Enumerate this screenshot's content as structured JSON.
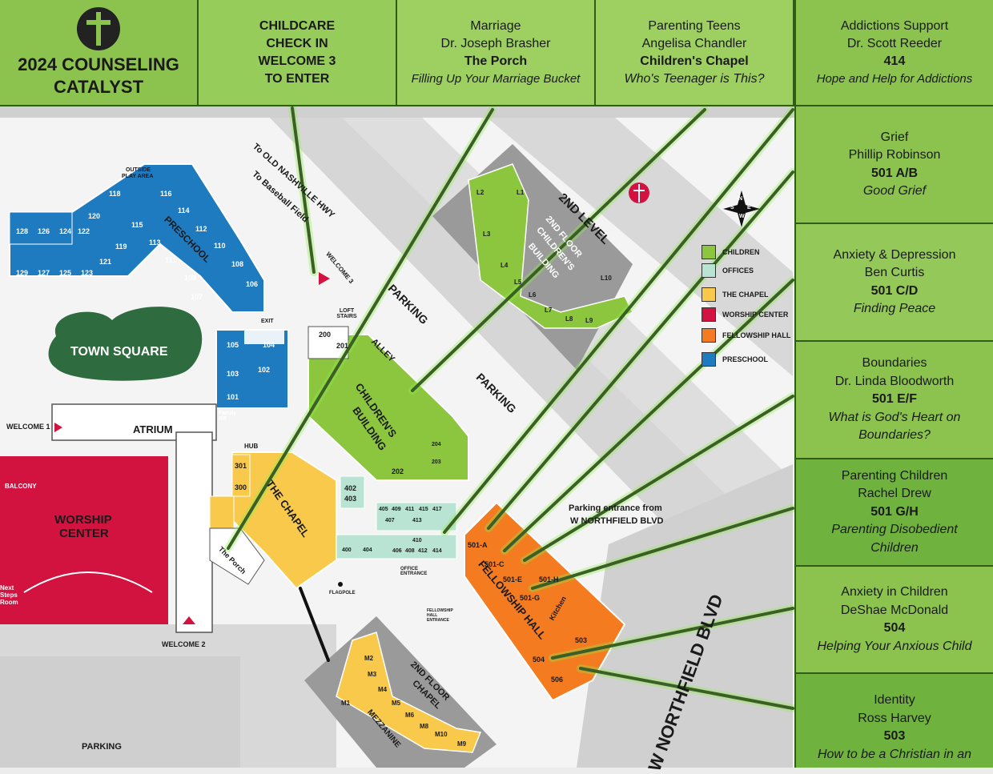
{
  "header": {
    "logo_title_line1": "2024 COUNSELING",
    "logo_title_line2": "CATALYST",
    "childcare": [
      "CHILDCARE",
      "CHECK IN",
      "WELCOME 3",
      "TO ENTER"
    ],
    "marriage": {
      "topic": "Marriage",
      "speaker": "Dr. Joseph Brasher",
      "room": "The Porch",
      "title": "Filling Up Your Marriage Bucket"
    },
    "teens": {
      "topic": "Parenting Teens",
      "speaker": "Angelisa Chandler",
      "room": "Children's Chapel",
      "title": "Who's Teenager is This?"
    },
    "addictions": {
      "topic": "Addictions Support",
      "speaker": "Dr. Scott Reeder",
      "room": "414",
      "title": "Hope and Help for Addictions"
    }
  },
  "sessions": [
    {
      "topic": "Grief",
      "speaker": "Phillip Robinson",
      "room": "501 A/B",
      "title": "Good Grief"
    },
    {
      "topic": "Anxiety & Depression",
      "speaker": "Ben Curtis",
      "room": "501 C/D",
      "title": "Finding Peace"
    },
    {
      "topic": "Boundaries",
      "speaker": "Dr. Linda Bloodworth",
      "room": "501 E/F",
      "title": "What is God's Heart on Boundaries?"
    },
    {
      "topic": "Parenting Children",
      "speaker": "Rachel Drew",
      "room": "501 G/H",
      "title": "Parenting Disobedient Children"
    },
    {
      "topic": "Anxiety in Children",
      "speaker": "DeShae McDonald",
      "room": "504",
      "title": "Helping Your Anxious Child"
    },
    {
      "topic": "Identity",
      "speaker": "Ross Harvey",
      "room": "503",
      "title": "How to be a Christian in an"
    }
  ],
  "map": {
    "town_square": "TOWN SQUARE",
    "atrium": "ATRIUM",
    "worship_center": [
      "WORSHIP",
      "CENTER"
    ],
    "balcony": "BALCONY",
    "preschool": "PRESCHOOL",
    "outside_play": [
      "OUTSIDE",
      "PLAY AREA"
    ],
    "childrens_building": [
      "CHILDREN'S",
      "BUILDING"
    ],
    "the_chapel": "THE CHAPEL",
    "the_porch": "The Porch",
    "fellowship_hall": "FELLOWSHIP HALL",
    "second_level": "2ND LEVEL",
    "second_floor_childrens": [
      "2ND FLOOR",
      "CHILDREN'S",
      "BUILDING"
    ],
    "second_floor_chapel": [
      "2ND FLOOR",
      "CHAPEL"
    ],
    "mezzanine": "MEZZANINE",
    "parking": "PARKING",
    "alley": "ALLEY",
    "northfield": "W NORTHFIELD BLVD",
    "parking_entrance": [
      "Parking entrance from",
      "W NORTHFIELD BLVD"
    ],
    "old_nashville": [
      "To OLD NASHVILLE HWY",
      "To Baseball Field"
    ],
    "welcome1": "WELCOME 1",
    "welcome2": "WELCOME 2",
    "welcome3": "WELCOME 3",
    "exit": "EXIT",
    "hub": "HUB",
    "loft_stairs": "LOFT STAIRS",
    "flagpole": "FLAGPOLE",
    "office_entrance": "OFFICE ENTRANCE",
    "fellowship_entrance": [
      "FELLOWSHIP",
      "HALL",
      "ENTRANCE"
    ],
    "family_rr": "Family RR",
    "kitchen": "Kitchen",
    "next_steps": "Next Steps Room"
  },
  "legend": [
    {
      "label": "CHILDREN",
      "color": "#8cc63f"
    },
    {
      "label": "OFFICES",
      "color": "#b9e3d2"
    },
    {
      "label": "THE CHAPEL",
      "color": "#f8c94a"
    },
    {
      "label": "WORSHIP CENTER",
      "color": "#d3133f"
    },
    {
      "label": "FELLOWSHIP HALL",
      "color": "#f47b20"
    },
    {
      "label": "PRESCHOOL",
      "color": "#1f7bc0"
    }
  ],
  "compass": [
    "N",
    "E",
    "S",
    "W"
  ]
}
